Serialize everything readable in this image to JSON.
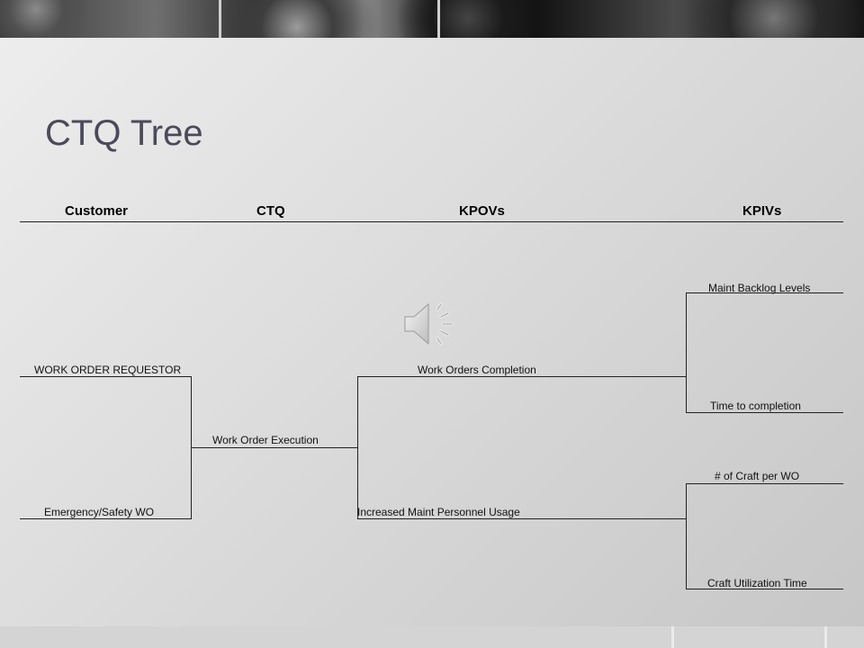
{
  "slide": {
    "title": "CTQ Tree"
  },
  "headers": {
    "customer": "Customer",
    "ctq": "CTQ",
    "kpovs": "KPOVs",
    "kpivs": "KPIVs"
  },
  "customer_nodes": [
    "WORK ORDER REQUESTOR",
    "Emergency/Safety WO"
  ],
  "ctq_nodes": [
    "Work Order Execution"
  ],
  "kpov_nodes": [
    "Work Orders Completion",
    "Increased Maint Personnel Usage"
  ],
  "kpiv_nodes": [
    "Maint Backlog Levels",
    "Time to completion",
    "# of Craft per WO",
    "Craft Utilization Time"
  ],
  "icons": {
    "audio": "speaker-icon"
  }
}
